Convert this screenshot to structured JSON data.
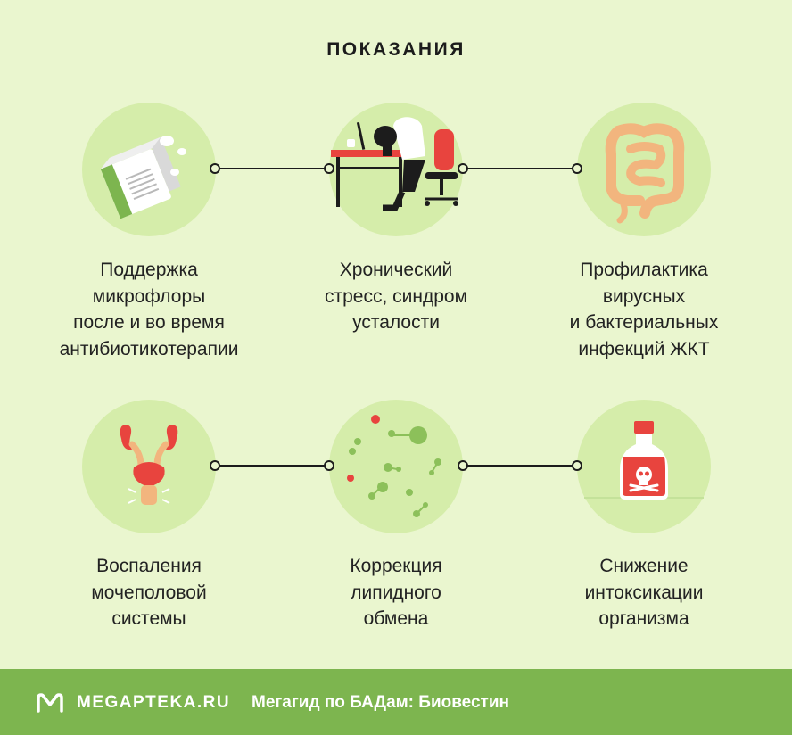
{
  "title": "ПОКАЗАНИЯ",
  "items": [
    {
      "icon": "probiotic-box-icon",
      "lines": [
        "Поддержка",
        "микрофлоры",
        "после и во время",
        "антибиотикотерапии"
      ]
    },
    {
      "icon": "tired-worker-icon",
      "lines": [
        "Хронический",
        "стресс, синдром",
        "усталости"
      ]
    },
    {
      "icon": "intestine-icon",
      "lines": [
        "Профилактика",
        "вирусных",
        "и бактериальных",
        "инфекций ЖКТ"
      ]
    },
    {
      "icon": "urinary-system-icon",
      "lines": [
        "Воспаления",
        "мочеполовой",
        "системы"
      ]
    },
    {
      "icon": "lipid-molecules-icon",
      "lines": [
        "Коррекция",
        "липидного",
        "обмена"
      ]
    },
    {
      "icon": "poison-bottle-icon",
      "lines": [
        "Снижение",
        "интоксикации",
        "организма"
      ]
    }
  ],
  "footer": {
    "site": "MEGAPTEKA.RU",
    "tagline": "Мегагид по БАДам: Биовестин"
  },
  "colors": {
    "background": "#eaf6cf",
    "circle": "#d5edaa",
    "footer": "#7db54f",
    "accent_red": "#e8443e",
    "accent_green": "#8cc05a"
  }
}
